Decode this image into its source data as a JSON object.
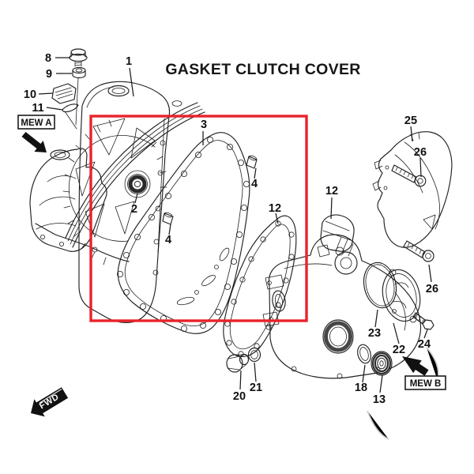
{
  "title": "GASKET CLUTCH COVER",
  "view_a_label": "MEW A",
  "view_b_label": "MEW B",
  "fwd_label": "FWD",
  "colors": {
    "line": "#212121",
    "highlight": "#e8232a",
    "badge": "#111111"
  },
  "callouts": {
    "c1": {
      "label": "1"
    },
    "c2": {
      "label": "2"
    },
    "c3": {
      "label": "3"
    },
    "c4_right": {
      "label": "4"
    },
    "c4_left": {
      "label": "4"
    },
    "c8": {
      "label": "8"
    },
    "c9": {
      "label": "9"
    },
    "c10": {
      "label": "10"
    },
    "c11": {
      "label": "11"
    },
    "c12_inner": {
      "label": "12"
    },
    "c12_outer": {
      "label": "12"
    },
    "c13": {
      "label": "13"
    },
    "c18": {
      "label": "18"
    },
    "c20": {
      "label": "20"
    },
    "c21": {
      "label": "21"
    },
    "c22": {
      "label": "22"
    },
    "c23": {
      "label": "23"
    },
    "c24": {
      "label": "24"
    },
    "c25": {
      "label": "25"
    },
    "c26_upper": {
      "label": "26"
    },
    "c26_lower": {
      "label": "26"
    }
  }
}
